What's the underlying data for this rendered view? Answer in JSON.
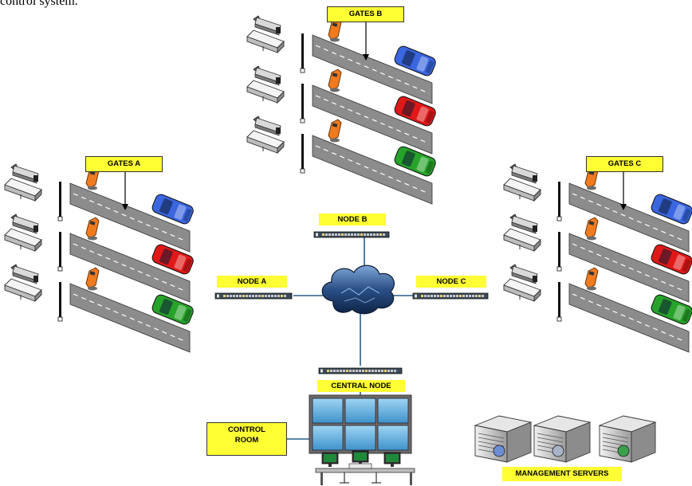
{
  "caption": "control system.",
  "labels": {
    "gates_a": "GATES A",
    "gates_b": "GATES B",
    "gates_c": "GATES C",
    "node_a": "NODE A",
    "node_b": "NODE B",
    "node_c": "NODE C",
    "central_node": "CENTRAL NODE",
    "control_room_line1": "CONTROL",
    "control_room_line2": "ROOM",
    "management_servers": "MANAGEMENT SERVERS"
  },
  "colors": {
    "label_bg": "#ffff33",
    "road": "#8c8c8c",
    "car_blue": "#3a66e0",
    "car_red": "#e01818",
    "car_green": "#27a32a",
    "reader": "#f07b1f",
    "cloud": "#1f3f6e",
    "link": "#2a5b8a",
    "screen": "#59a9d9"
  },
  "icons": {
    "camera": "cctv-camera-icon",
    "reader": "card-reader-icon",
    "barrier": "barrier-gate-icon",
    "switch": "network-switch-icon",
    "cloud": "network-cloud-icon",
    "server": "server-icon",
    "workstation": "workstation-icon"
  }
}
